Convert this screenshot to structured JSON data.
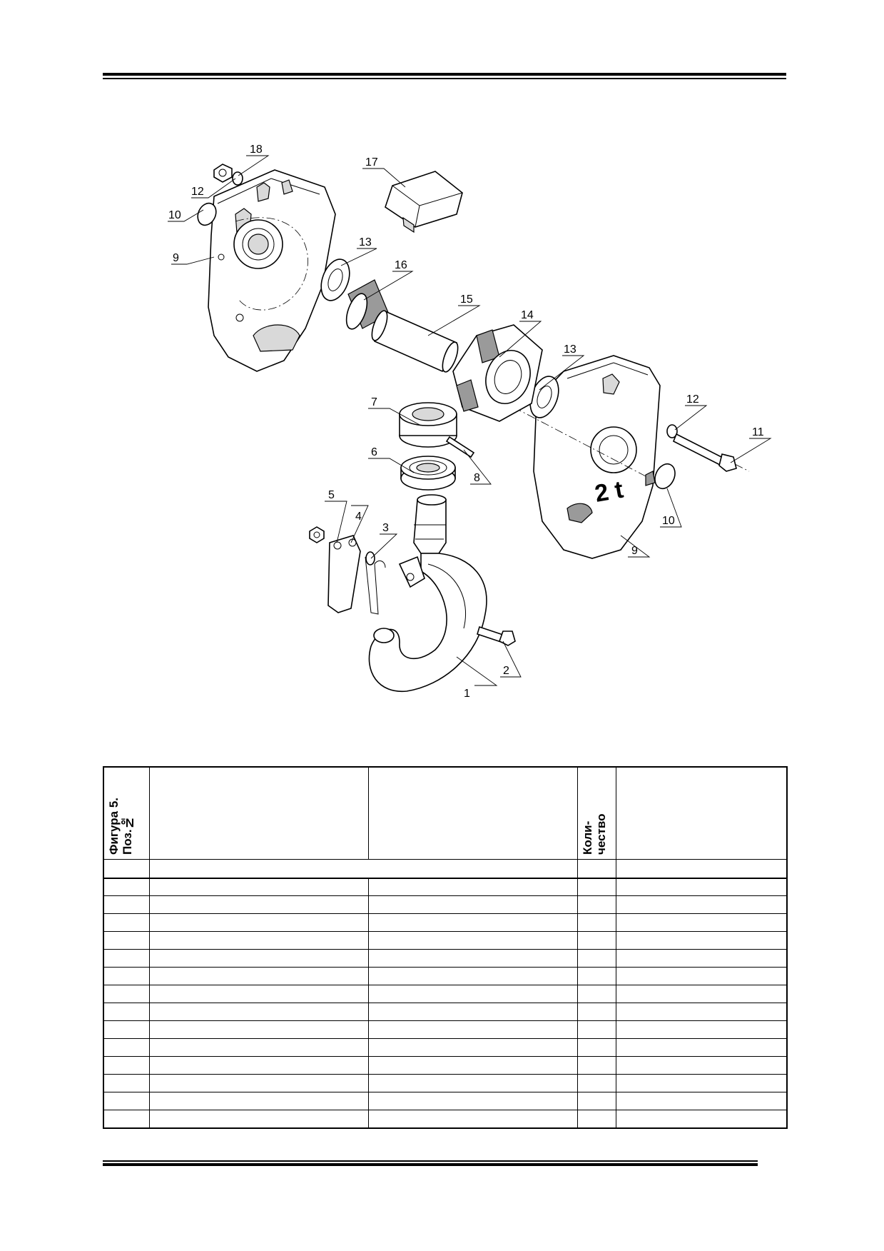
{
  "drawing": {
    "callouts": [
      "1",
      "2",
      "3",
      "4",
      "5",
      "6",
      "7",
      "8",
      "9",
      "10",
      "11",
      "12",
      "13",
      "14",
      "15",
      "16",
      "17",
      "18",
      "2 t"
    ]
  },
  "table": {
    "header": {
      "position": "Фигура 5.\nПоз.№",
      "quantity": "Коли-\nчество"
    },
    "row_count": 14
  }
}
